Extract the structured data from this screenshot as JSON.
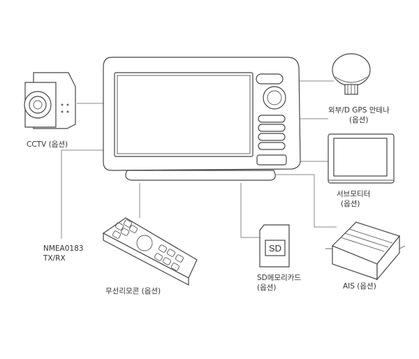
{
  "labels": {
    "cctv": "CCTV (옵션)",
    "gps_line1": "외부/D GPS 안테나",
    "gps_line2": "(옵션)",
    "monitor_line1": "서브모티터",
    "monitor_line2": "(옵션)",
    "nmea_line1": "NMEA0183",
    "nmea_line2": "TX/RX",
    "remote": "무선리모콘 (옵션)",
    "sd_line1": "SD메모리카드",
    "sd_line2": "(옵션)",
    "sd_card_text": "SD",
    "ais": "AIS (옵션)"
  }
}
